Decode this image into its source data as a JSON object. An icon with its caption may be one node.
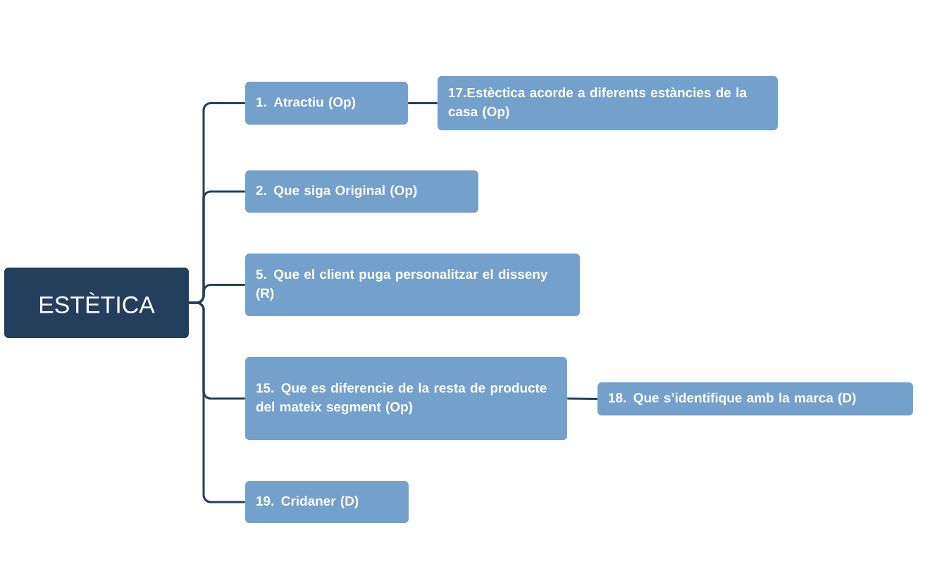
{
  "diagram": {
    "nodes": [
      {
        "text": [
          "ESTÈTICA"
        ]
      },
      {
        "text": [
          "1. Atractiu (Op)"
        ]
      },
      {
        "text": [
          "17.Estèctica acorde a diferents estàncies de la casa (Op)"
        ]
      },
      {
        "text": [
          "2. Que siga Original (Op)"
        ]
      },
      {
        "text": [
          "5. Que el client puga personalitzar el disseny (R)"
        ]
      },
      {
        "text": [
          "15. Que es diferencie de la resta de producte del mateix segment (Op)"
        ]
      },
      {
        "text": [
          "18. Que s’identifique amb la marca (D)"
        ]
      },
      {
        "text": [
          "19. Cridaner (D)"
        ]
      }
    ],
    "edges": [
      {
        "from": 0,
        "to": 1,
        "arrow": "none"
      },
      {
        "from": 1,
        "to": 2,
        "arrow": "none"
      },
      {
        "from": 0,
        "to": 3,
        "arrow": "none"
      },
      {
        "from": 0,
        "to": 4,
        "arrow": "none"
      },
      {
        "from": 0,
        "to": 5,
        "arrow": "none"
      },
      {
        "from": 5,
        "to": 6,
        "arrow": "none"
      },
      {
        "from": 0,
        "to": 7,
        "arrow": "none"
      }
    ]
  }
}
